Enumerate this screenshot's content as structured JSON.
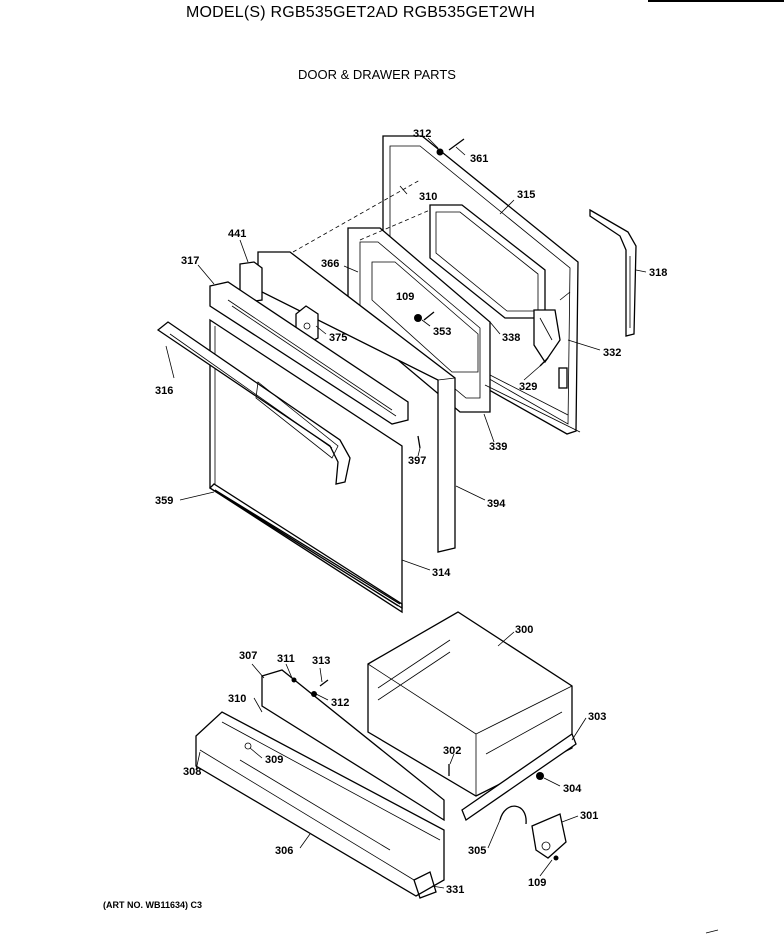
{
  "header": {
    "models": "MODEL(S) RGB535GET2AD  RGB535GET2WH",
    "section": "DOOR & DRAWER PARTS",
    "art_no": "(ART NO. WB11634) C3"
  },
  "parts": {
    "p312a": "312",
    "p361": "361",
    "p310a": "310",
    "p315": "315",
    "p318": "318",
    "p441": "441",
    "p317": "317",
    "p366": "366",
    "p109a": "109",
    "p353": "353",
    "p338": "338",
    "p332": "332",
    "p329": "329",
    "p375": "375",
    "p316": "316",
    "p339": "339",
    "p397": "397",
    "p359": "359",
    "p394": "394",
    "p314": "314",
    "p300": "300",
    "p307": "307",
    "p311": "311",
    "p313": "313",
    "p312b": "312",
    "p310b": "310",
    "p303": "303",
    "p308": "308",
    "p309": "309",
    "p302": "302",
    "p304": "304",
    "p301": "301",
    "p306": "306",
    "p305": "305",
    "p109b": "109",
    "p331": "331"
  }
}
